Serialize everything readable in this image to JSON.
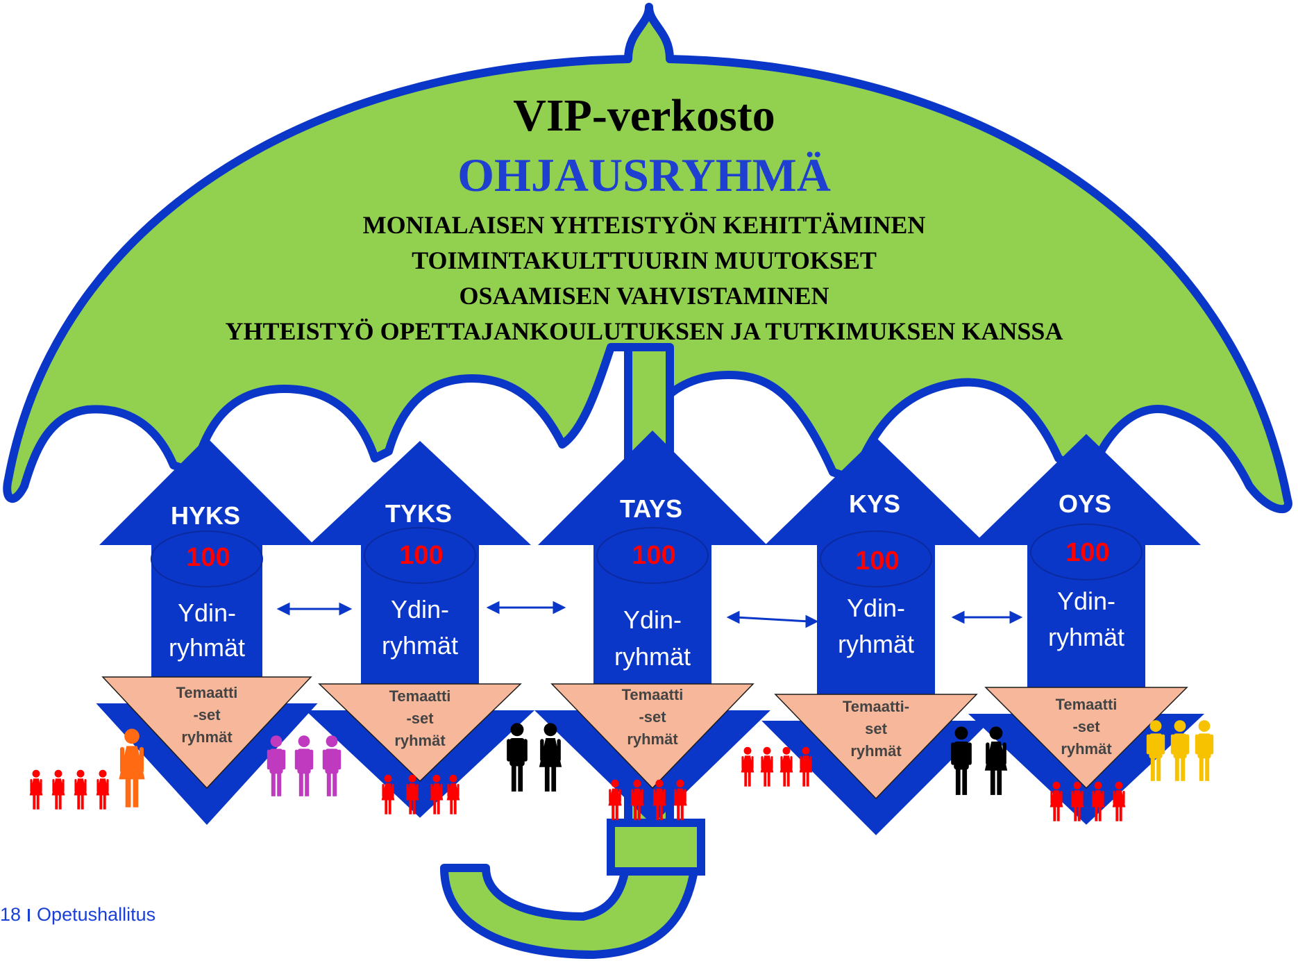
{
  "umbrella": {
    "title": "VIP-verkosto",
    "subtitle": "OHJAUSRYHMÄ",
    "items": [
      "MONIALAISEN YHTEISTYÖN KEHITTÄMINEN",
      "TOIMINTAKULTTUURIN MUUTOKSET",
      "OSAAMISEN VAHVISTAMINEN",
      "YHTEISTYÖ OPETTAJANKOULUTUKSEN JA TUTKIMUKSEN KANSSA"
    ]
  },
  "hospitals": [
    {
      "name": "HYKS",
      "count": "100",
      "core_line1": "Ydin-",
      "core_line2": "ryhmät",
      "theme_line1": "Temaatti",
      "theme_line2": "-set",
      "theme_line3": "ryhmät"
    },
    {
      "name": "TYKS",
      "count": "100",
      "core_line1": "Ydin-",
      "core_line2": "ryhmät",
      "theme_line1": "Temaatti",
      "theme_line2": "-set",
      "theme_line3": "ryhmät"
    },
    {
      "name": "TAYS",
      "count": "100",
      "core_line1": "Ydin-",
      "core_line2": "ryhmät",
      "theme_line1": "Temaatti",
      "theme_line2": "-set",
      "theme_line3": "ryhmät"
    },
    {
      "name": "KYS",
      "count": "100",
      "core_line1": "Ydin-",
      "core_line2": "ryhmät",
      "theme_line1": "Temaatti-",
      "theme_line2": "set",
      "theme_line3": "ryhmät"
    },
    {
      "name": "OYS",
      "count": "100",
      "core_line1": "Ydin-",
      "core_line2": "ryhmät",
      "theme_line1": "Temaatti",
      "theme_line2": "-set",
      "theme_line3": "ryhmät"
    }
  ],
  "footer": {
    "page": "18",
    "org": "Opetushallitus"
  },
  "colors": {
    "umbrella_fill": "#92d050",
    "umbrella_outline": "#0a37c8",
    "arrow_blue": "#0a37c8",
    "subtitle_blue": "#1f3fd0",
    "count_red": "#ff0000",
    "theme_fill": "#f7b79a",
    "people_red": "#ff0000",
    "people_orange": "#ff6a13",
    "people_purple": "#c03ac0",
    "people_black": "#000000",
    "people_yellow": "#f7c300"
  }
}
